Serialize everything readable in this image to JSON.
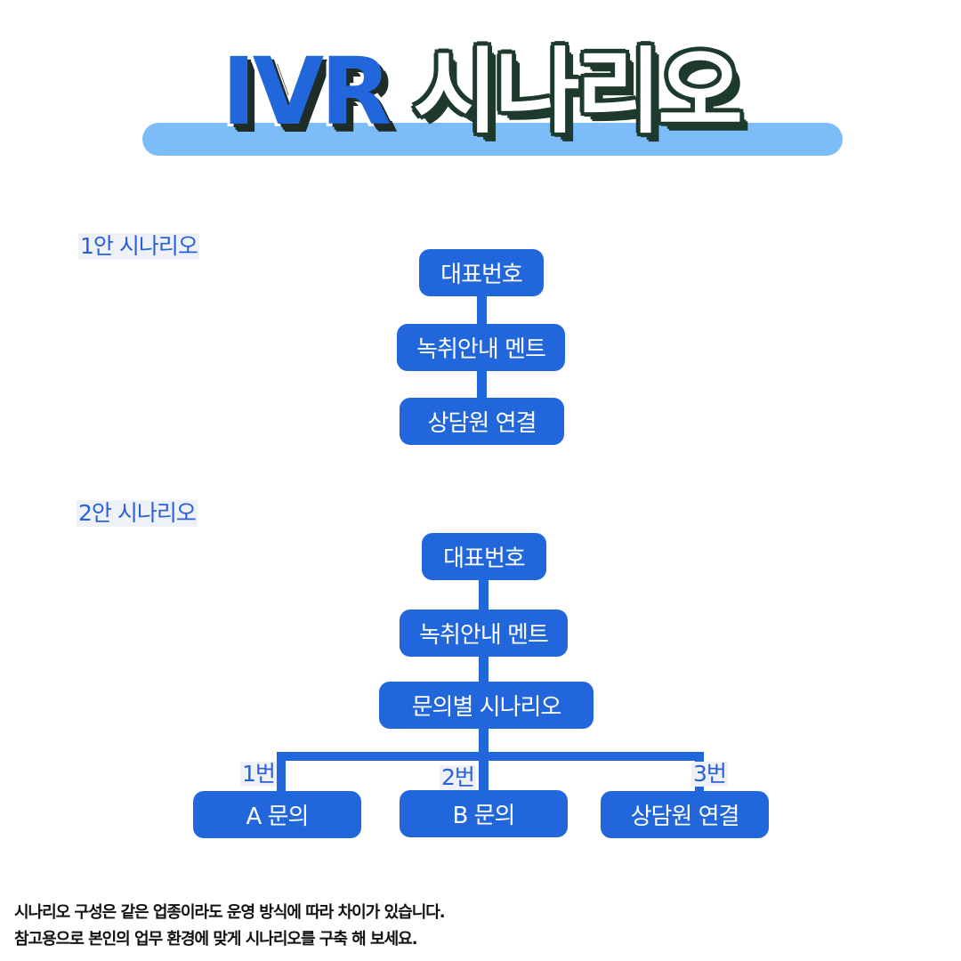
{
  "title": {
    "part1": "IVR",
    "part2": "시나리오"
  },
  "scenario1": {
    "label": "1안 시나리오",
    "nodes": [
      "대표번호",
      "녹취안내 멘트",
      "상담원 연결"
    ]
  },
  "scenario2": {
    "label": "2안 시나리오",
    "nodes": [
      "대표번호",
      "녹취안내 멘트",
      "문의별 시나리오"
    ],
    "branches": [
      {
        "key": "1번",
        "target": "A 문의"
      },
      {
        "key": "2번",
        "target": "B 문의"
      },
      {
        "key": "3번",
        "target": "상담원 연결"
      }
    ]
  },
  "notes": [
    "시나리오 구성은 같은 업종이라도 운영 방식에 따라 차이가 있습니다.",
    "참고용으로 본인의 업무 환경에 맞게 시나리오를 구축 해 보세요."
  ],
  "colors": {
    "node": "#2166db",
    "title_bar": "#7cbcf8",
    "label_text": "#2a5fd6",
    "title_outline": "#1e3a2c"
  }
}
